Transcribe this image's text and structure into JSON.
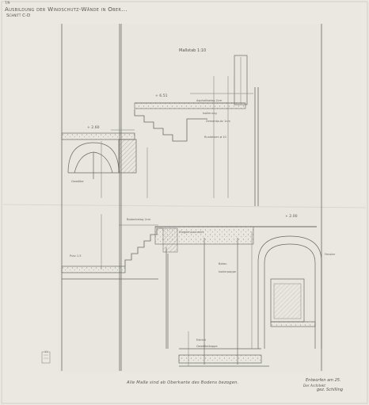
{
  "drawing": {
    "title": "Ausbildung der Windschutz-Wände in Ober...",
    "subtitle": "Schnitt C-D",
    "corner_mark": "7/9",
    "scale": "Maßstab 1:10",
    "elevations": {
      "top": "+ 6.51",
      "left_mid": "+ 2.60",
      "right_mid": "+ 2.00"
    },
    "labels": {
      "a": "Asphaltbelag 2cm",
      "b": "Isolierung",
      "c": "Zementputz 1cm",
      "d": "Rundeisen ø 10",
      "e": "Gewölbe",
      "f": "Bodenbelag 2cm",
      "g": "Putz 1.5",
      "h": "Ziegelmauerwerk",
      "i": "Beton",
      "j": "Isolierpappe",
      "k": "Estrich",
      "l": "Gewölbekappe",
      "m": "Fenster"
    },
    "bottom_note": "Alle Maße sind ab Oberkante des Bodens bezogen.",
    "fold_mark": "11",
    "signature": {
      "line1": "Entworfen am 25.",
      "line2": "Der Architekt",
      "line3": "gez. Schilling"
    },
    "colors": {
      "paper": "#ece9e3",
      "ink": "#6b6864",
      "hatch": "#8d8a85"
    }
  }
}
